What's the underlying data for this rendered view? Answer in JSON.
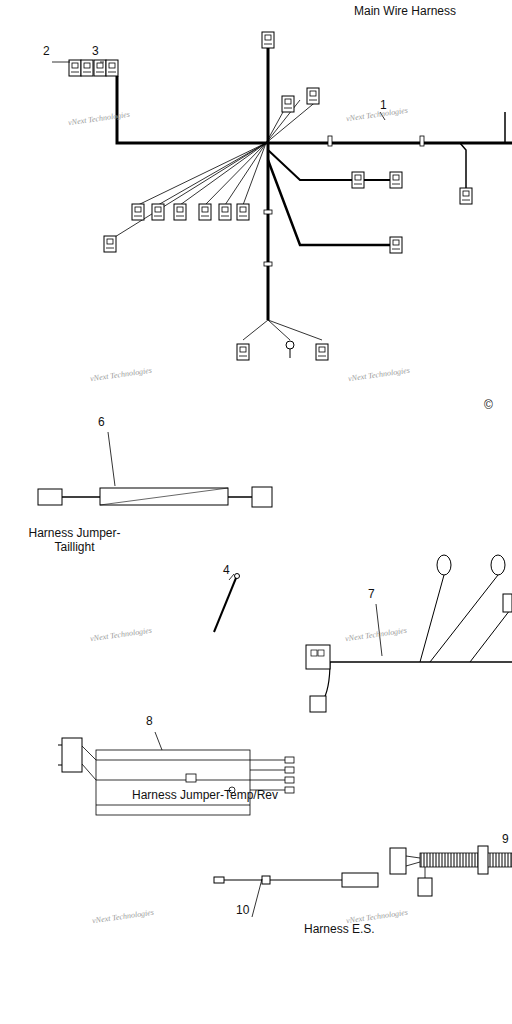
{
  "diagram": {
    "labels": [
      "Main Wire Harness",
      "1",
      "2",
      "3",
      "6",
      "Harness Jumper-Taillight",
      "4",
      "7",
      "8",
      "Harness Jumper-Temp/Rev",
      "9",
      "10",
      "Harness E.S.",
      "©",
      "vNext Technologies",
      "vNext Technologies",
      "vNext Technologies",
      "vNext Technologies",
      "vNext Technologies",
      "vNext Technologies",
      "vNext Technologies",
      "vNext Technologies"
    ]
  }
}
